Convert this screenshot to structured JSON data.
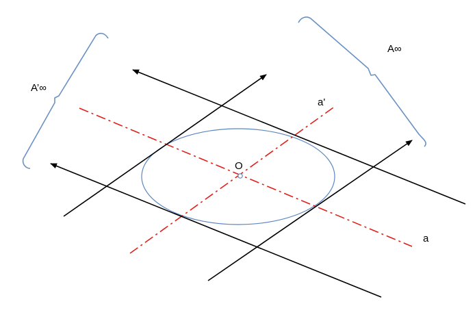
{
  "labels": {
    "a_inf": "A∞",
    "a_prime_inf": "A’∞",
    "a_prime": "a'",
    "a": "a",
    "center": "O"
  },
  "colors": {
    "tangent_lines": "#000000",
    "axes_dashdot": "#e0201b",
    "ellipse": "#5b86c0",
    "braces": "#6a91c4",
    "center_point": "#5b86c0"
  }
}
